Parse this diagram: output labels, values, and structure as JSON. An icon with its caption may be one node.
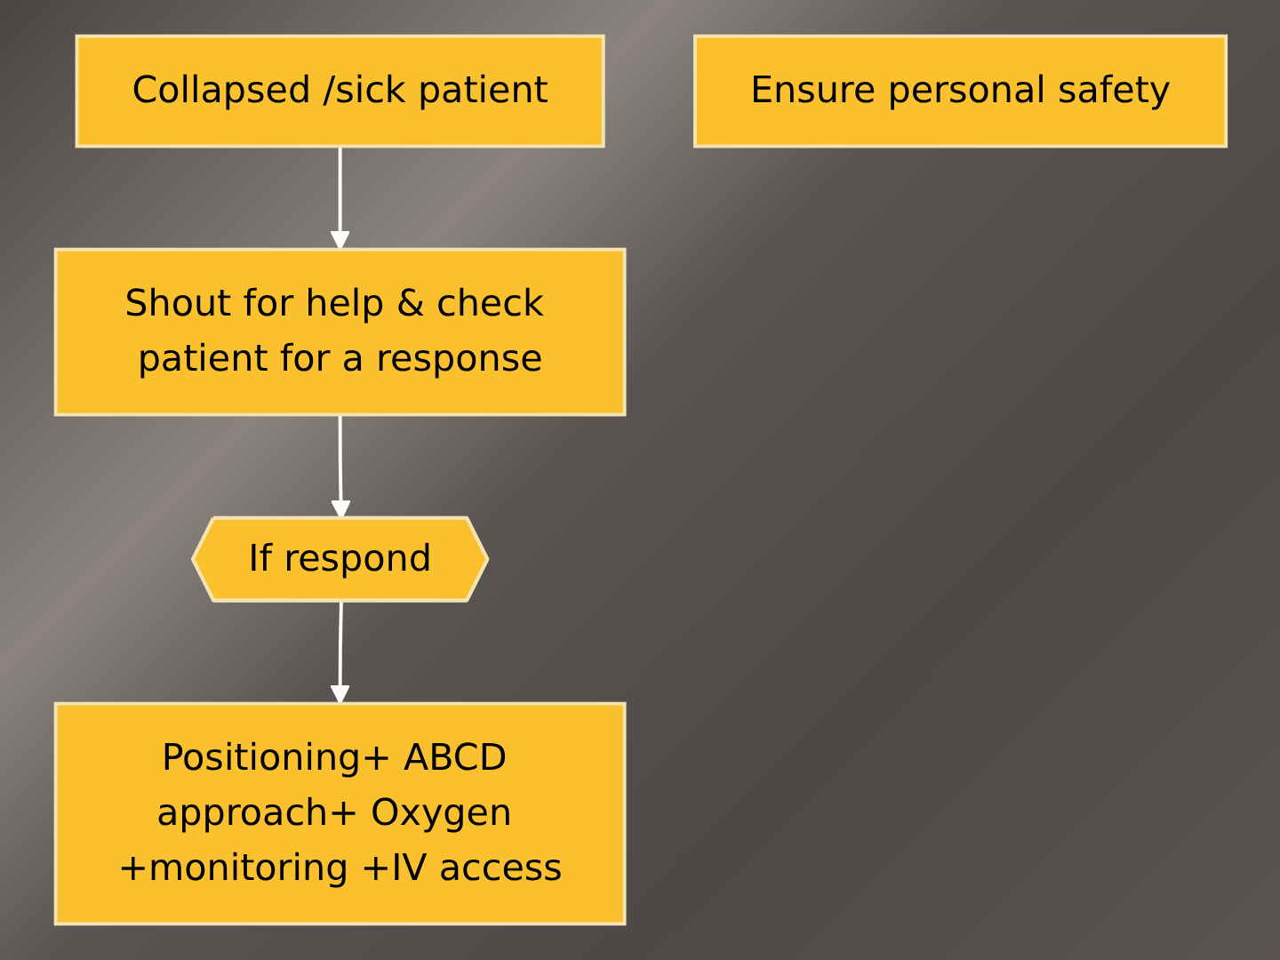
{
  "diagram": {
    "nodes": [
      {
        "text": [
          "Collapsed /sick patient"
        ]
      },
      {
        "text": [
          "Ensure personal safety"
        ]
      },
      {
        "text": [
          "Shout for help & check patient for a response"
        ]
      },
      {
        "text": [
          "If respond"
        ]
      },
      {
        "text": [
          "Positioning+ ABCD approach+ Oxygen +monitoring +IV access"
        ]
      }
    ],
    "edges": [
      {
        "from": 0,
        "to": 2,
        "arrow": "to"
      },
      {
        "from": 2,
        "to": 3,
        "arrow": "to"
      },
      {
        "from": 3,
        "to": 4,
        "arrow": "to"
      }
    ]
  }
}
